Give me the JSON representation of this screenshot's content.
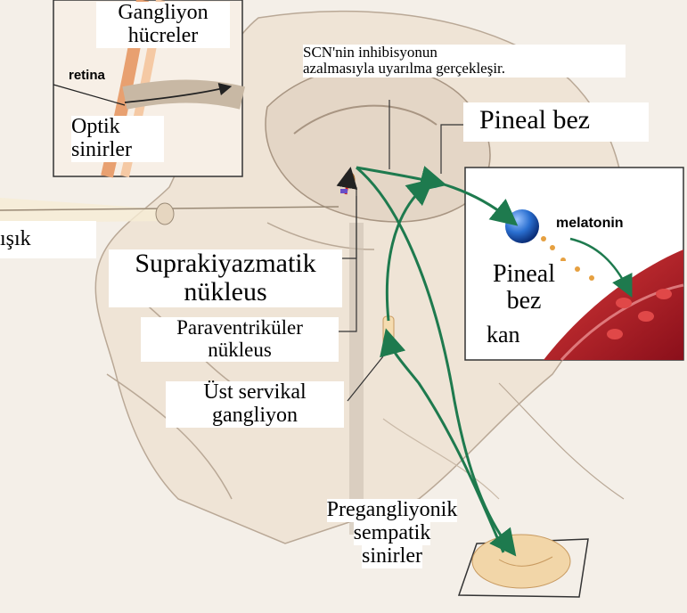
{
  "labels": {
    "ganglion_cells": [
      "Gangliyon",
      "hücreler"
    ],
    "retina": "retina",
    "optic_nerves": [
      "Optik",
      "sinirler"
    ],
    "light": "ışık",
    "scn_note": [
      "SCN'nin inhibisyonun",
      "azalmasıyla uyarılma gerçekleşir."
    ],
    "pineal_gland": "Pineal bez",
    "melatonin": "melatonin",
    "inset_pineal": [
      "Pineal",
      "bez"
    ],
    "blood": "kan",
    "scn": [
      "Suprakiyazmatik",
      "nükleus"
    ],
    "pvn": [
      "Paraventriküler",
      "nükleus"
    ],
    "superior_cervical": [
      "Üst servikal",
      "gangliyon"
    ],
    "preganglionic": [
      "Pregangliyonik",
      "sempatik",
      "sinirler"
    ]
  },
  "colors": {
    "pathway_arrow": "#1e7a4e",
    "pineal_sphere": "#2a6fd0",
    "blood_vessel": "#b01e2a",
    "retina_band": "#e8a070",
    "tissue": "#e9ddd0"
  }
}
